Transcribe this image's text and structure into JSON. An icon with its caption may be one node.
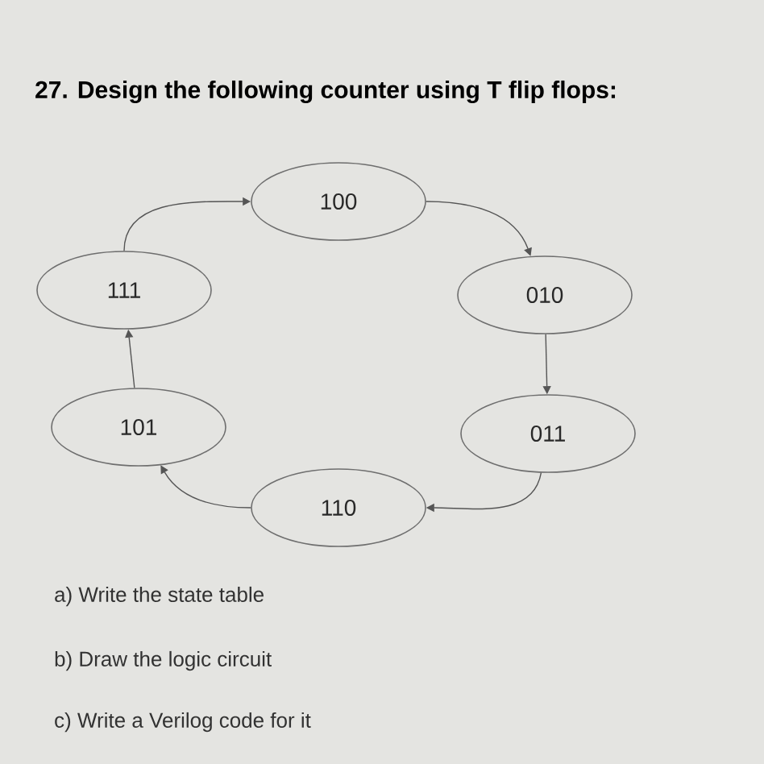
{
  "diagram": {
    "title": "27. Design the following counter using T flip flops:",
    "nodes": [
      {
        "text": [
          "100"
        ]
      },
      {
        "text": [
          "111"
        ]
      },
      {
        "text": [
          "010"
        ]
      },
      {
        "text": [
          "101"
        ]
      },
      {
        "text": [
          "011"
        ]
      },
      {
        "text": [
          "110"
        ]
      }
    ],
    "edges": [
      {
        "from": 1,
        "to": 0,
        "arrow": "to"
      },
      {
        "from": 0,
        "to": 2,
        "arrow": "to"
      },
      {
        "from": 2,
        "to": 4,
        "arrow": "to"
      },
      {
        "from": 4,
        "to": 5,
        "arrow": "to"
      },
      {
        "from": 5,
        "to": 3,
        "arrow": "to"
      },
      {
        "from": 3,
        "to": 1,
        "arrow": "to"
      }
    ],
    "labels": [
      "a) Write the state table",
      "b) Draw the logic circuit",
      "c) Write a Verilog code for it"
    ]
  }
}
